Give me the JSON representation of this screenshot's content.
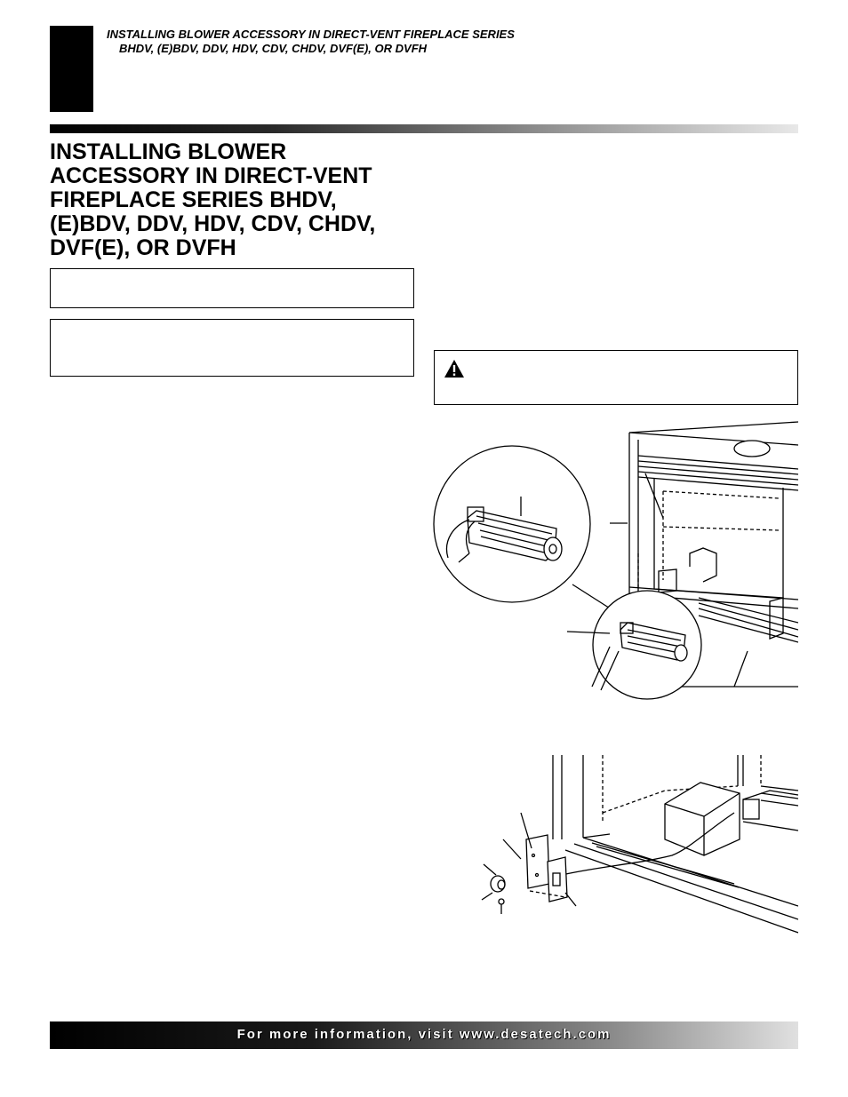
{
  "header": {
    "line1": "INSTALLING BLOWER ACCESSORY IN DIRECT-VENT FIREPLACE SERIES",
    "line2": "BHDV, (E)BDV, DDV, HDV, CDV, CHDV, DVF(E), OR DVFH"
  },
  "section": {
    "title": "INSTALLING BLOWER ACCESSORY IN DIRECT-VENT FIREPLACE SERIES BHDV, (E)BDV, DDV, HDV, CDV, CHDV, DVF(E), OR DVFH"
  },
  "icons": {
    "warning": "warning-triangle-icon"
  },
  "footer": {
    "text": "For more information, visit www.desatech.com"
  }
}
